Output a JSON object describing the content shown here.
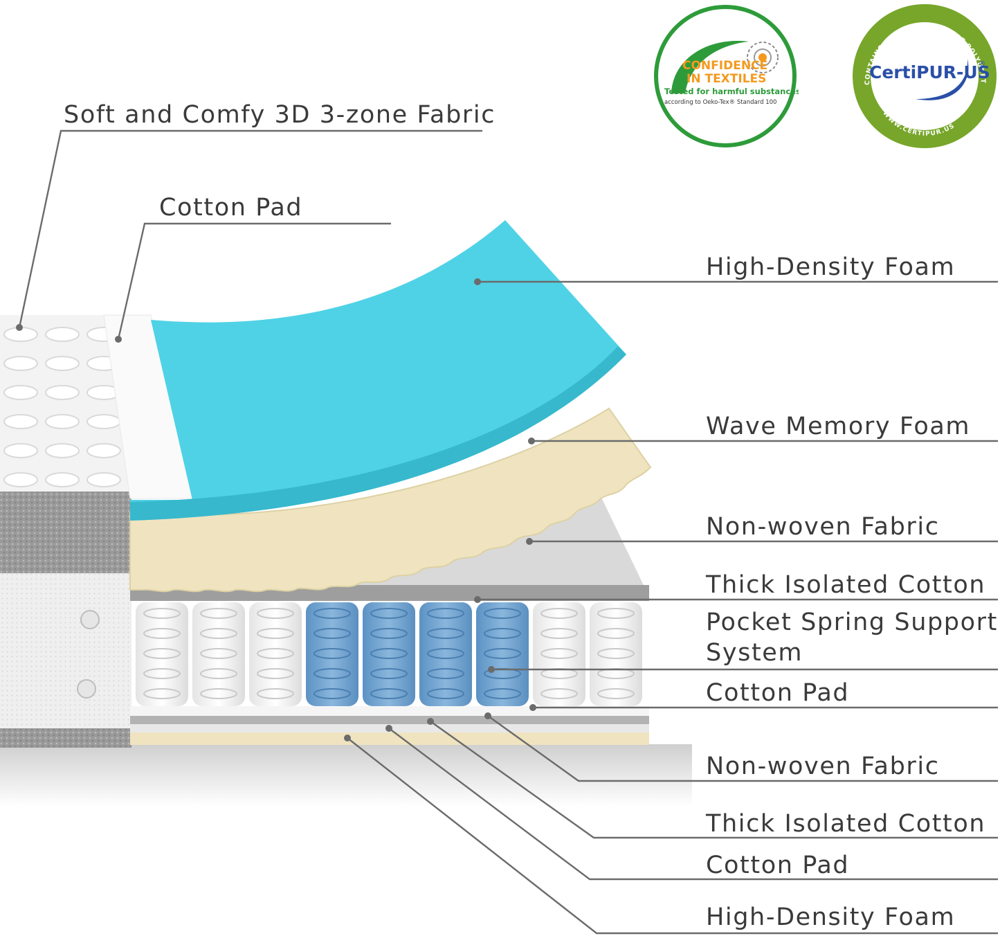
{
  "layers": {
    "top_fabric": "Soft and Comfy 3D 3-zone Fabric",
    "top_cotton_pad": "Cotton Pad",
    "top_foam": "High-Density Foam",
    "wave_foam": "Wave Memory Foam",
    "nonwoven_upper": "Non-woven Fabric",
    "cotton_upper": "Thick Isolated Cotton",
    "spring_line1": "Pocket Spring Support",
    "spring_line2": "System",
    "cotton_pad_mid": "Cotton Pad",
    "nonwoven_lower": "Non-woven Fabric",
    "cotton_lower": "Thick Isolated Cotton",
    "cotton_pad_bottom": "Cotton Pad",
    "bottom_foam": "High-Density Foam"
  },
  "badges": {
    "oeko": {
      "line1": "CONFIDENCE",
      "line2": "IN TEXTILES",
      "line3": "Tested for harmful substances",
      "line4": "according to Oeko-Tex® Standard 100"
    },
    "certipur": {
      "brand_a": "Certi",
      "brand_b": "PUR-US",
      "reg": "®",
      "ring_top": "CONTAINS CERTIFIED FLEXIBLE POLYURETHANE FOAM",
      "ring_bottom": "WWW.CERTIPUR.US"
    }
  },
  "colors": {
    "foam_blue": "#4fd2e6",
    "memory_foam": "#efe4bf",
    "leader_line": "#6b6b6b",
    "oeko_green": "#2e9b3a",
    "oeko_orange": "#f39a1e",
    "certipur_green": "#77a62a",
    "certipur_blue": "#2a4fa8"
  }
}
